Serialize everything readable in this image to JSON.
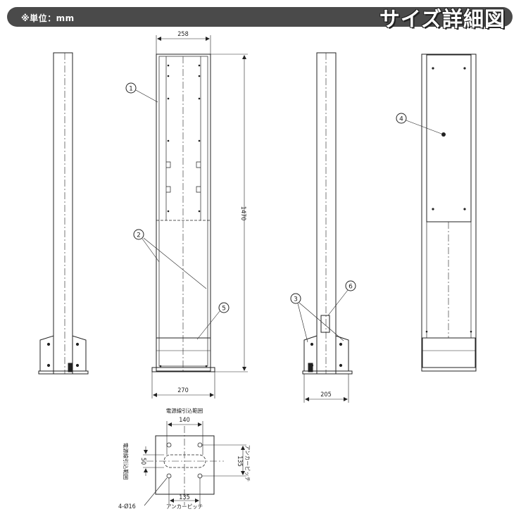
{
  "header": {
    "unit_note": "※単位：mm",
    "title": "サイズ詳細図"
  },
  "dimensions": {
    "top_width": "258",
    "height": "1470",
    "base_width": "270",
    "side_width": "205",
    "plate_width": "140",
    "plate_slot": "50",
    "anchor_pitch_v": "135",
    "anchor_pitch_h": "135",
    "holes": "4-Ø16"
  },
  "labels": {
    "cable_entry_range": "電源線引込範囲",
    "cable_entry_range_vertical": "電源線引込範囲",
    "anchor_pitch_v_label": "アンカーピッチ",
    "anchor_pitch_h_label": "アンカーピッチ"
  },
  "callouts": [
    "1",
    "2",
    "3",
    "4",
    "5",
    "6"
  ]
}
